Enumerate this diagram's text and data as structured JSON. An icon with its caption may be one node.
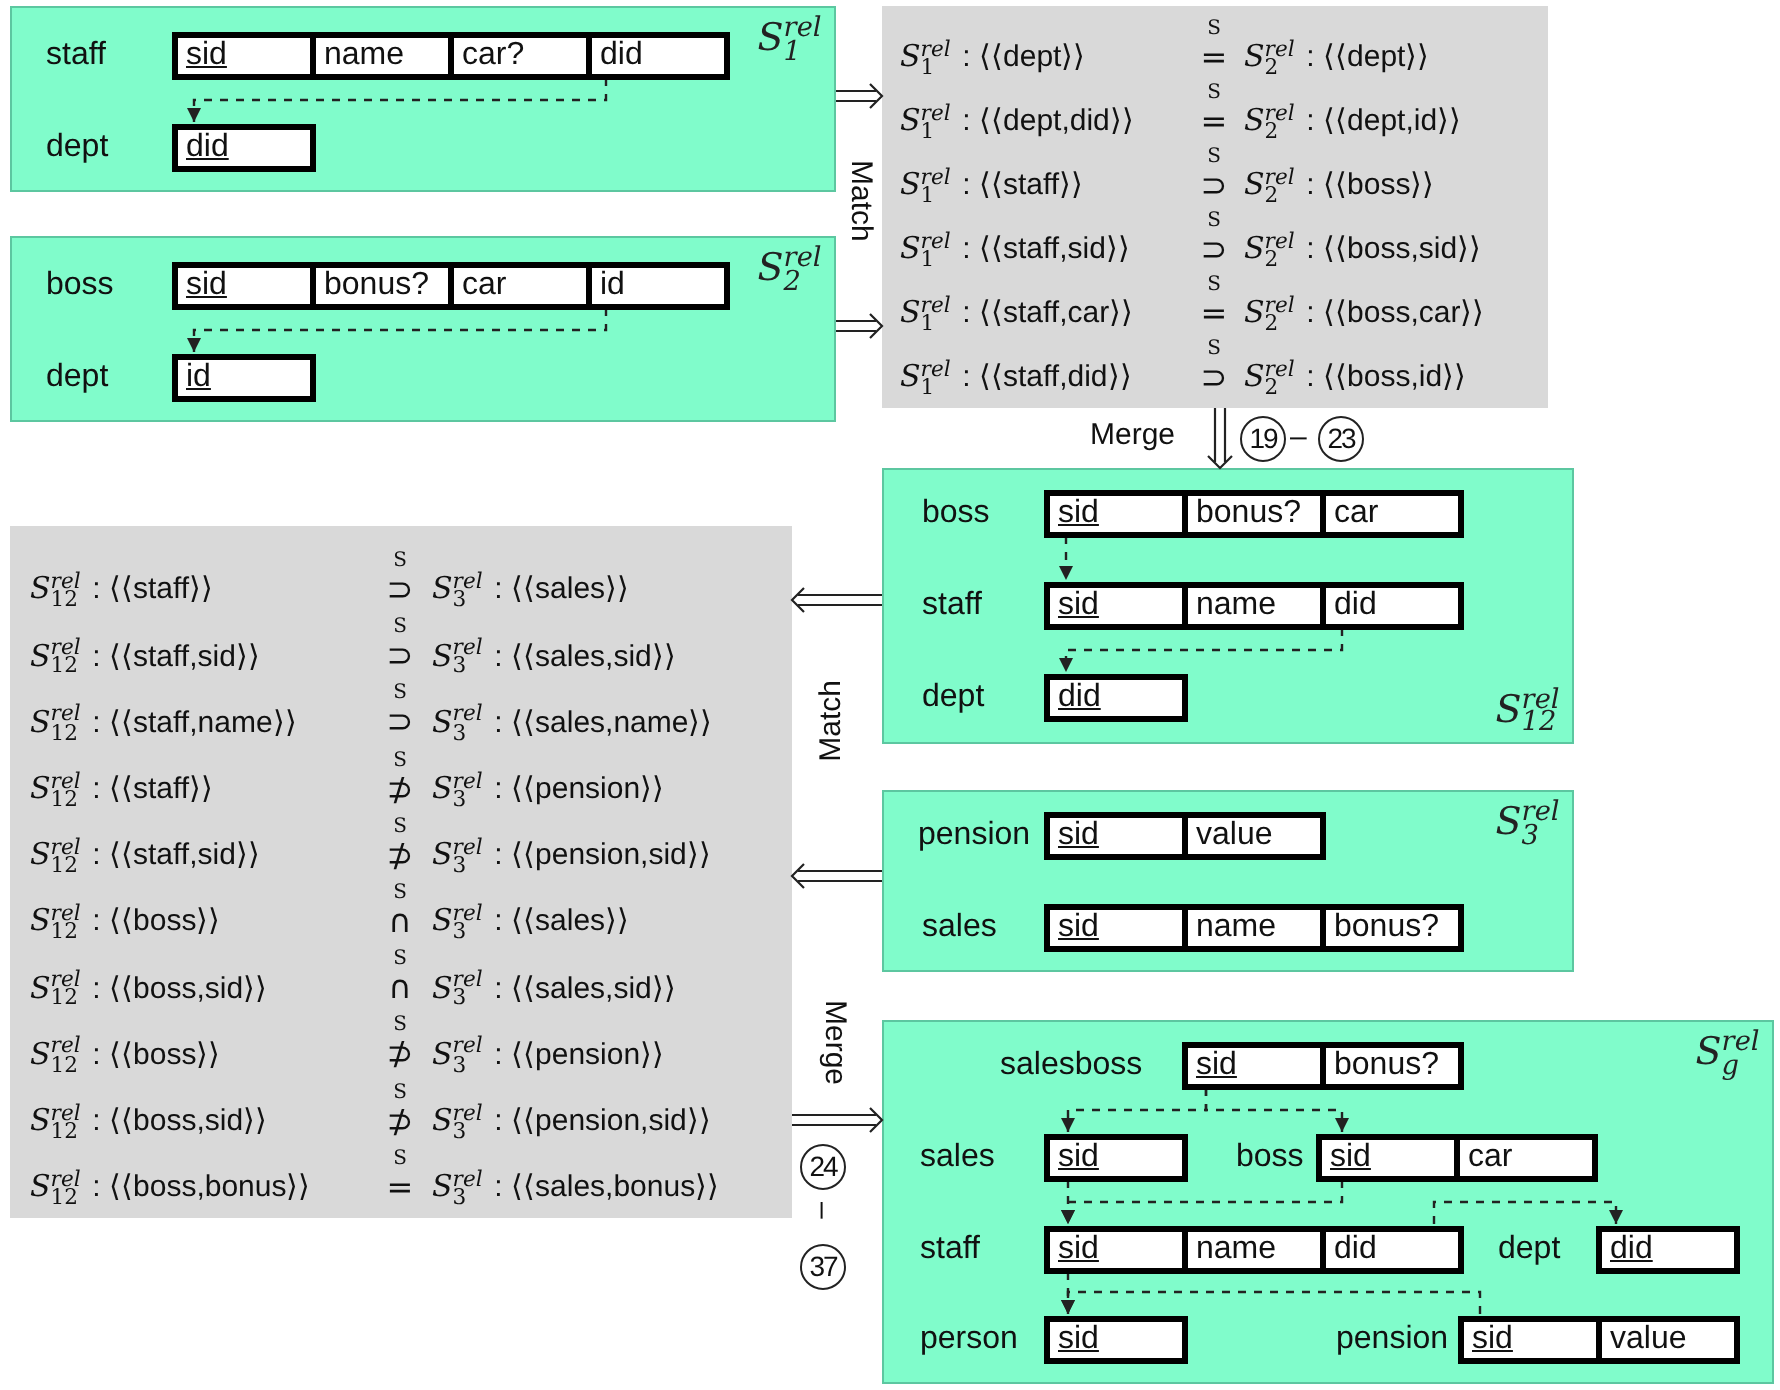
{
  "diagram": {
    "nodes": [
      {
        "text": [
          "*S*$^{rel}$$_{1}$"
        ]
      },
      {
        "text": [
          "sid",
          "name",
          "car?",
          "did"
        ],
        "beside": [
          "staff"
        ],
        "in": 0
      },
      {
        "text": [
          "did"
        ],
        "beside": [
          "dept"
        ],
        "in": 0
      },
      {
        "text": [
          "*S*$^{rel}$$_{2}$"
        ]
      },
      {
        "text": [
          "sid",
          "bonus?",
          "car",
          "id"
        ],
        "beside": [
          "boss"
        ],
        "in": 3
      },
      {
        "text": [
          "id"
        ],
        "beside": [
          "dept"
        ],
        "in": 3
      },
      {
        "text": [
          "*S*$^{rel}$$_{1}$ : ⟨⟨dept⟩⟩",
          "S",
          "=",
          "*S*$^{rel}$$_{2}$ : ⟨⟨dept⟩⟩",
          "*S*$^{rel}$$_{1}$ : ⟨⟨dept,did⟩⟩",
          "S",
          "=",
          "*S*$^{rel}$$_{2}$ : ⟨⟨dept,id⟩⟩",
          "*S*$^{rel}$$_{1}$ : ⟨⟨staff⟩⟩",
          "S",
          "⊃",
          "*S*$^{rel}$$_{2}$ : ⟨⟨boss⟩⟩",
          "*S*$^{rel}$$_{1}$ : ⟨⟨staff,sid⟩⟩",
          "S",
          "⊃",
          "*S*$^{rel}$$_{2}$ : ⟨⟨boss,sid⟩⟩",
          "*S*$^{rel}$$_{1}$ : ⟨⟨staff,car⟩⟩",
          "S",
          "=",
          "*S*$^{rel}$$_{2}$ : ⟨⟨boss,car⟩⟩",
          "*S*$^{rel}$$_{1}$ : ⟨⟨staff,did⟩⟩",
          "S",
          "⊃",
          "*S*$^{rel}$$_{2}$ : ⟨⟨boss,id⟩⟩"
        ]
      },
      {
        "text": [
          "*S*$^{rel}$$_{12}$"
        ]
      },
      {
        "text": [
          "sid",
          "bonus?",
          "car"
        ],
        "beside": [
          "boss"
        ],
        "in": 7
      },
      {
        "text": [
          "sid",
          "name",
          "did"
        ],
        "beside": [
          "staff"
        ],
        "in": 7
      },
      {
        "text": [
          "did"
        ],
        "beside": [
          "dept"
        ],
        "in": 7
      },
      {
        "text": [
          "*S*$^{rel}$$_{3}$"
        ]
      },
      {
        "text": [
          "sid",
          "value"
        ],
        "beside": [
          "pension"
        ],
        "in": 11
      },
      {
        "text": [
          "sid",
          "name",
          "bonus?"
        ],
        "beside": [
          "sales"
        ],
        "in": 11
      },
      {
        "text": [
          "*S*$^{rel}$$_{12}$ : ⟨⟨staff⟩⟩",
          "S",
          "⊃",
          "*S*$^{rel}$$_{3}$ : ⟨⟨sales⟩⟩",
          "*S*$^{rel}$$_{12}$ : ⟨⟨staff,sid⟩⟩",
          "S",
          "⊃",
          "*S*$^{rel}$$_{3}$ : ⟨⟨sales,sid⟩⟩",
          "*S*$^{rel}$$_{12}$ : ⟨⟨staff,name⟩⟩",
          "S",
          "⊃",
          "*S*$^{rel}$$_{3}$ : ⟨⟨sales,name⟩⟩",
          "*S*$^{rel}$$_{12}$ : ⟨⟨staff⟩⟩",
          "S",
          "⊅",
          "*S*$^{rel}$$_{3}$ : ⟨⟨pension⟩⟩",
          "*S*$^{rel}$$_{12}$ : ⟨⟨staff,sid⟩⟩",
          "S",
          "⊅",
          "*S*$^{rel}$$_{3}$ : ⟨⟨pension,sid⟩⟩",
          "*S*$^{rel}$$_{12}$ : ⟨⟨boss⟩⟩",
          "S",
          "∩",
          "*S*$^{rel}$$_{3}$ : ⟨⟨sales⟩⟩",
          "*S*$^{rel}$$_{12}$ : ⟨⟨boss,sid⟩⟩",
          "S",
          "∩",
          "*S*$^{rel}$$_{3}$ : ⟨⟨sales,sid⟩⟩",
          "*S*$^{rel}$$_{12}$ : ⟨⟨boss⟩⟩",
          "S",
          "⊅",
          "*S*$^{rel}$$_{3}$ : ⟨⟨pension⟩⟩",
          "*S*$^{rel}$$_{12}$ : ⟨⟨boss,sid⟩⟩",
          "S",
          "⊅",
          "*S*$^{rel}$$_{3}$ : ⟨⟨pension,sid⟩⟩",
          "*S*$^{rel}$$_{12}$ : ⟨⟨boss,bonus⟩⟩",
          "S",
          "=",
          "*S*$^{rel}$$_{3}$ : ⟨⟨sales,bonus⟩⟩"
        ]
      },
      {
        "text": [
          "*S*$^{rel}$$_{g}$"
        ]
      },
      {
        "text": [
          "sid",
          "bonus?"
        ],
        "beside": [
          "salesboss"
        ],
        "in": 15
      },
      {
        "text": [
          "sid"
        ],
        "beside": [
          "sales"
        ],
        "in": 15
      },
      {
        "text": [
          "sid",
          "car"
        ],
        "beside": [
          "boss"
        ],
        "in": 15
      },
      {
        "text": [
          "sid",
          "name",
          "did"
        ],
        "beside": [
          "staff"
        ],
        "in": 15
      },
      {
        "text": [
          "did"
        ],
        "beside": [
          "dept"
        ],
        "in": 15
      },
      {
        "text": [
          "sid"
        ],
        "beside": [
          "person"
        ],
        "in": 15
      },
      {
        "text": [
          "sid",
          "value"
        ],
        "beside": [
          "pension"
        ],
        "in": 15
      }
    ],
    "edges": [
      {
        "from": 1,
        "to": 2,
        "arrow": "to",
        "style": "dashed"
      },
      {
        "from": 4,
        "to": 5,
        "arrow": "to",
        "style": "dashed"
      },
      {
        "from": 0,
        "to": 6,
        "arrow": "to"
      },
      {
        "from": 3,
        "to": 6,
        "arrow": "to"
      },
      {
        "from": 6,
        "to": 7,
        "arrow": "to",
        "label": "Merge"
      },
      {
        "from": 7,
        "to": 14,
        "arrow": "to"
      },
      {
        "from": 11,
        "to": 14,
        "arrow": "to"
      },
      {
        "from": 14,
        "to": 15,
        "arrow": "to",
        "label": "Merge"
      },
      {
        "from": 8,
        "to": 9,
        "arrow": "to",
        "style": "dashed"
      },
      {
        "from": 9,
        "to": 10,
        "arrow": "to",
        "style": "dashed"
      },
      {
        "from": 16,
        "to": 17,
        "arrow": "to",
        "style": "dashed"
      },
      {
        "from": 16,
        "to": 18,
        "arrow": "to",
        "style": "dashed"
      },
      {
        "from": 17,
        "to": 19,
        "arrow": "to",
        "style": "dashed"
      },
      {
        "from": 18,
        "to": 19,
        "arrow": "to",
        "style": "dashed"
      },
      {
        "from": 19,
        "to": 20,
        "arrow": "to",
        "style": "dashed"
      },
      {
        "from": 19,
        "to": 21,
        "arrow": "to",
        "style": "dashed"
      },
      {
        "from": 22,
        "to": 21,
        "arrow": "to",
        "style": "dashed"
      }
    ],
    "labels": [
      "Match",
      "19",
      "–",
      "23",
      "Match",
      "24",
      "–",
      "37"
    ]
  }
}
